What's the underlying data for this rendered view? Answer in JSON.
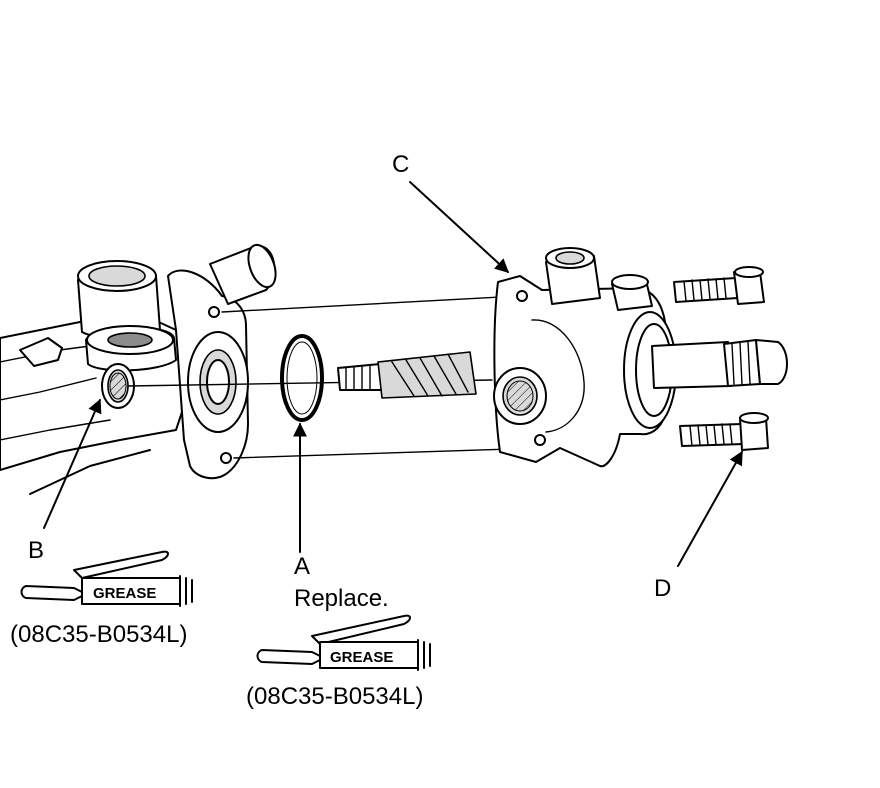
{
  "callouts": {
    "a": "A",
    "b": "B",
    "c": "C",
    "d": "D"
  },
  "notes": {
    "a_replace": "Replace."
  },
  "grease": {
    "label": "GREASE",
    "part_number_b": "(08C35-B0534L)",
    "part_number_a": "(08C35-B0534L)"
  }
}
